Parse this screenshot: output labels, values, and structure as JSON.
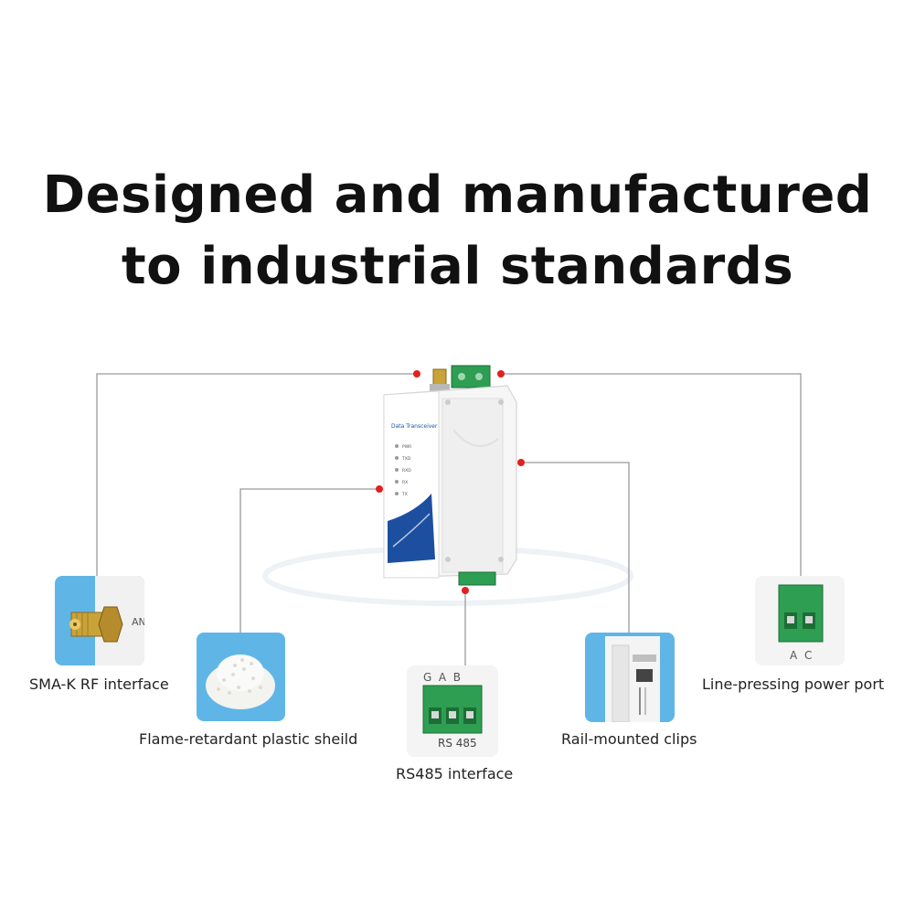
{
  "headline": {
    "line1": "Designed and manufactured",
    "line2": "to industrial standards"
  },
  "device": {
    "label": "Data Transceiver",
    "leds": [
      "PWR",
      "TXD",
      "RXD",
      "RX",
      "TX"
    ]
  },
  "features": [
    {
      "caption": "SMA-K RF interface",
      "thumb_text": "AN"
    },
    {
      "caption": "Flame-retardant plastic sheild"
    },
    {
      "caption": "RS485 interface",
      "thumb_top": "G  A  B",
      "thumb_bottom": "RS 485"
    },
    {
      "caption": "Rail-mounted clips"
    },
    {
      "caption": "Line-pressing power port",
      "thumb_bottom": "A C"
    }
  ],
  "colors": {
    "accent_dot": "#e02020",
    "connector_green": "#2e9e52",
    "device_blue": "#1d4fa0",
    "thumb_bg": "#5fb6e6"
  }
}
